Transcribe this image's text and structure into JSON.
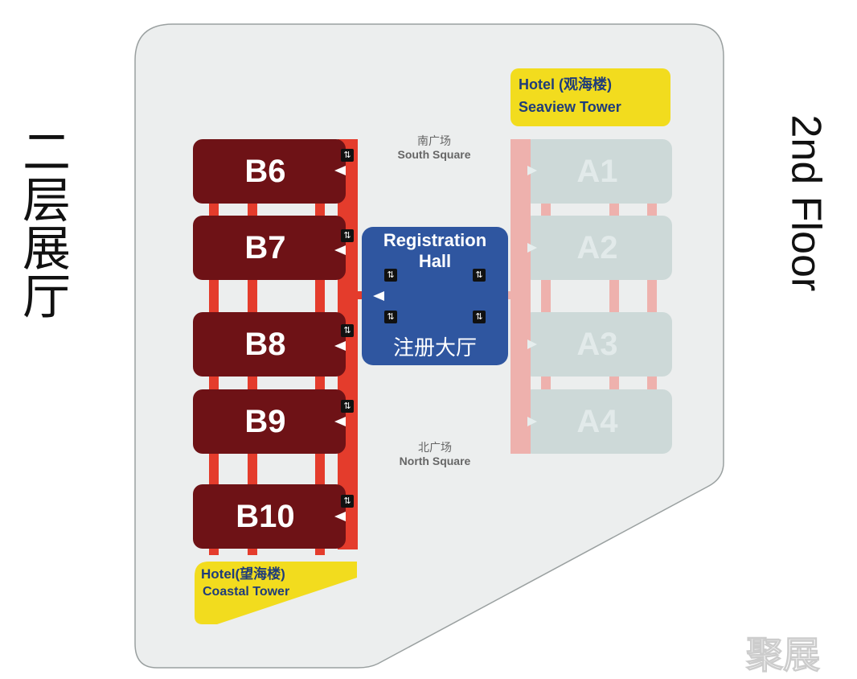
{
  "title_cn": "二层展厅",
  "title_en": "2nd Floor",
  "halls_b": [
    "B6",
    "B7",
    "B8",
    "B9",
    "B10"
  ],
  "halls_a": [
    "A1",
    "A2",
    "A3",
    "A4"
  ],
  "registration": {
    "en_line1": "Registration",
    "en_line2": "Hall",
    "cn": "注册大厅"
  },
  "south_square": {
    "cn": "南广场",
    "en": "South Square"
  },
  "north_square": {
    "cn": "北广场",
    "en": "North Square"
  },
  "hotel_seaview": {
    "line1": "Hotel (观海楼)",
    "line2": "Seaview Tower"
  },
  "hotel_coastal": {
    "line1": "Hotel(望海楼)",
    "line2": "Coastal Tower"
  },
  "watermark": "聚展",
  "colors": {
    "b_hall": "#6e1216",
    "corridor_b": "#e43c2c",
    "a_hall": "#cdd9d8",
    "corridor_a": "#eeb1ad",
    "registration": "#2f56a0",
    "hotel": "#f2dc1e"
  }
}
